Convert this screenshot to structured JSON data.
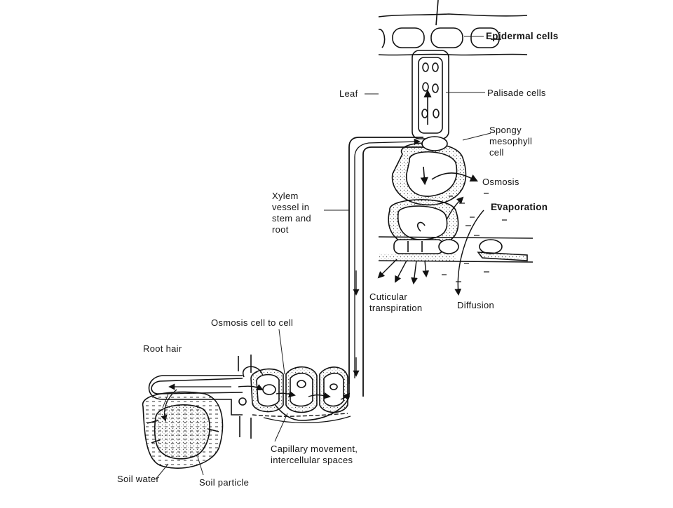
{
  "diagram": {
    "labels": {
      "epidermal_cells": "Epidermal cells",
      "palisade_cells": "Palisade cells",
      "leaf": "Leaf",
      "spongy_mesophyll": "Spongy\nmesophyll\ncell",
      "osmosis": "Osmosis",
      "evaporation": "Evaporation",
      "xylem": "Xylem\nvessel in\nstem and\nroot",
      "cuticular_transpiration": "Cuticular\ntranspiration",
      "diffusion": "Diffusion",
      "osmosis_cell_to_cell": "Osmosis cell to cell",
      "root_hair": "Root hair",
      "capillary": "Capillary movement,\nintercellular spaces",
      "soil_water": "Soil water",
      "soil_particle": "Soil particle"
    }
  }
}
